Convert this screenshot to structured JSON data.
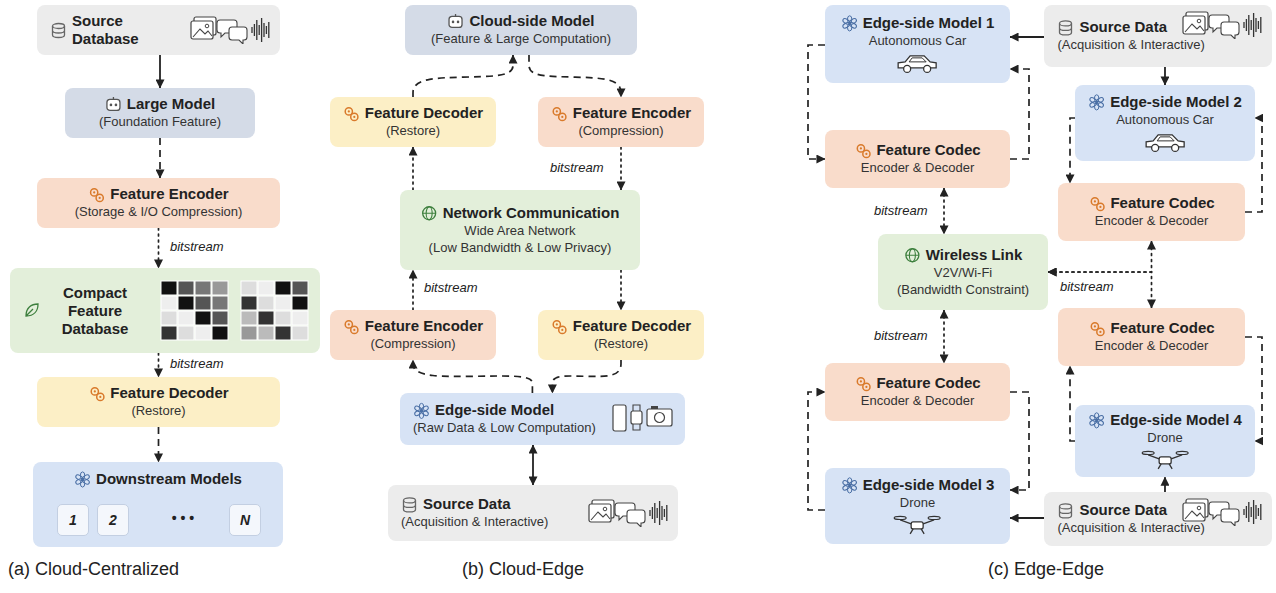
{
  "diagram": {
    "nodes": [
      {
        "text": [
          "Source Database"
        ]
      },
      {
        "text": [
          "Large Model",
          "(Foundation Feature)"
        ]
      },
      {
        "text": [
          "Feature Encoder",
          "(Storage & I/O Compression)"
        ]
      },
      {
        "text": [
          "Compact Feature Database"
        ]
      },
      {
        "text": [
          "Feature Decoder",
          "(Restore)"
        ]
      },
      {
        "text": [
          "Downstream Models",
          "• • •"
        ]
      },
      {
        "text": [
          "1"
        ],
        "in": 5
      },
      {
        "text": [
          "2"
        ],
        "in": 5
      },
      {
        "text": [
          "N"
        ],
        "in": 5
      },
      {
        "text": [
          "Cloud-side Model",
          "(Feature & Large Computation)"
        ]
      },
      {
        "text": [
          "Feature Decoder",
          "(Restore)"
        ]
      },
      {
        "text": [
          "Feature Encoder",
          "(Compression)"
        ]
      },
      {
        "text": [
          "Network Communication",
          "Wide Area Network",
          "(Low Bandwidth & Low Privacy)"
        ]
      },
      {
        "text": [
          "Feature Encoder",
          "(Compression)"
        ]
      },
      {
        "text": [
          "Feature Decoder",
          "(Restore)"
        ]
      },
      {
        "text": [
          "Edge-side Model",
          "(Raw Data & Low Computation)"
        ]
      },
      {
        "text": [
          "Source Data",
          "(Acquisition & Interactive)"
        ]
      },
      {
        "text": [
          "Edge-side Model 1",
          "Autonomous Car"
        ]
      },
      {
        "text": [
          "Source Data",
          "(Acquisition & Interactive)"
        ]
      },
      {
        "text": [
          "Feature Codec",
          "Encoder & Decoder"
        ]
      },
      {
        "text": [
          "Edge-side Model 2",
          "Autonomous Car"
        ]
      },
      {
        "text": [
          "Feature Codec",
          "Encoder & Decoder"
        ]
      },
      {
        "text": [
          "Wireless Link",
          "V2V/Wi-Fi",
          "(Bandwidth Constraint)"
        ]
      },
      {
        "text": [
          "Feature Codec",
          "Encoder & Decoder"
        ]
      },
      {
        "text": [
          "Feature Codec",
          "Encoder & Decoder"
        ]
      },
      {
        "text": [
          "Edge-side Model 4",
          "Drone"
        ]
      },
      {
        "text": [
          "Edge-side Model 3",
          "Drone"
        ]
      },
      {
        "text": [
          "Source Data",
          "(Acquisition & Interactive)"
        ]
      }
    ],
    "edges": [
      {
        "from": 0,
        "to": 1,
        "arrow": "to"
      },
      {
        "from": 1,
        "to": 2,
        "arrow": "to"
      },
      {
        "from": 2,
        "to": 3,
        "label": "bitstream",
        "arrow": "to"
      },
      {
        "from": 3,
        "to": 4,
        "label": "bitstream",
        "arrow": "to"
      },
      {
        "from": 4,
        "to": 5,
        "arrow": "to"
      },
      {
        "from": 10,
        "to": 9,
        "arrow": "to"
      },
      {
        "from": 9,
        "to": 11,
        "arrow": "to"
      },
      {
        "from": 13,
        "to": 12,
        "label": "bitstream",
        "arrow": "to"
      },
      {
        "from": 12,
        "to": 10,
        "arrow": "to"
      },
      {
        "from": 11,
        "to": 12,
        "label": "bitstream",
        "arrow": "to"
      },
      {
        "from": 12,
        "to": 14,
        "arrow": "to"
      },
      {
        "from": 15,
        "to": 13,
        "arrow": "to"
      },
      {
        "from": 14,
        "to": 15,
        "arrow": "to"
      },
      {
        "from": 15,
        "to": 16,
        "arrow": "both"
      },
      {
        "from": 18,
        "to": 17,
        "arrow": "to"
      },
      {
        "from": 18,
        "to": 20,
        "arrow": "to"
      },
      {
        "from": 17,
        "to": 19,
        "arrow": "to"
      },
      {
        "from": 19,
        "to": 17,
        "arrow": "to"
      },
      {
        "from": 20,
        "to": 21,
        "arrow": "to"
      },
      {
        "from": 21,
        "to": 20,
        "arrow": "to"
      },
      {
        "from": 19,
        "to": 22,
        "label": "bitstream",
        "arrow": "both"
      },
      {
        "from": 22,
        "to": 21,
        "arrow": "both"
      },
      {
        "from": 22,
        "to": 23,
        "label": "bitstream",
        "arrow": "both"
      },
      {
        "from": 22,
        "to": 24,
        "label": "bitstream",
        "arrow": "both"
      },
      {
        "from": 25,
        "to": 23,
        "arrow": "to"
      },
      {
        "from": 23,
        "to": 25,
        "arrow": "to"
      },
      {
        "from": 24,
        "to": 26,
        "arrow": "to"
      },
      {
        "from": 26,
        "to": 24,
        "arrow": "to"
      },
      {
        "from": 27,
        "to": 25,
        "arrow": "to"
      },
      {
        "from": 27,
        "to": 26,
        "arrow": "to"
      }
    ],
    "labels": [
      "(a) Cloud-Centralized",
      "(b) Cloud-Edge",
      "(c) Edge-Edge"
    ]
  }
}
